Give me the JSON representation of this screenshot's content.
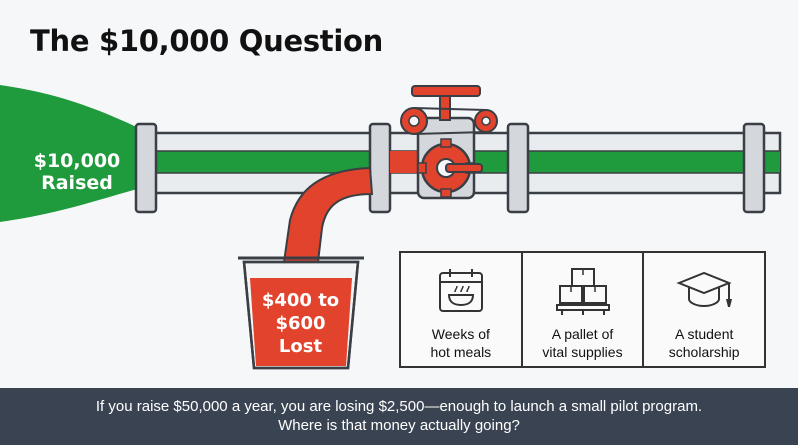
{
  "title": "The $10,000 Question",
  "raised": {
    "line1": "$10,000",
    "line2": "Raised"
  },
  "lost": {
    "line1": "$400 to",
    "line2": "$600",
    "line3": "Lost"
  },
  "cards": [
    {
      "icon": "calendar-meal-icon",
      "line1": "Weeks of",
      "line2": "hot meals"
    },
    {
      "icon": "boxes-pallet-icon",
      "line1": "A pallet of",
      "line2": "vital supplies"
    },
    {
      "icon": "graduation-cap-icon",
      "line1": "A student",
      "line2": "scholarship"
    }
  ],
  "footer": {
    "line1": "If you raise $50,000 a year, you are losing $2,500—enough to launch a small pilot program.",
    "line2": "Where is that money actually going?"
  },
  "colors": {
    "green": "#1f9a3c",
    "red": "#e2432c",
    "pipe": "#e9ecef",
    "outline": "#3a3f45",
    "footer_bg": "#3a4352"
  }
}
